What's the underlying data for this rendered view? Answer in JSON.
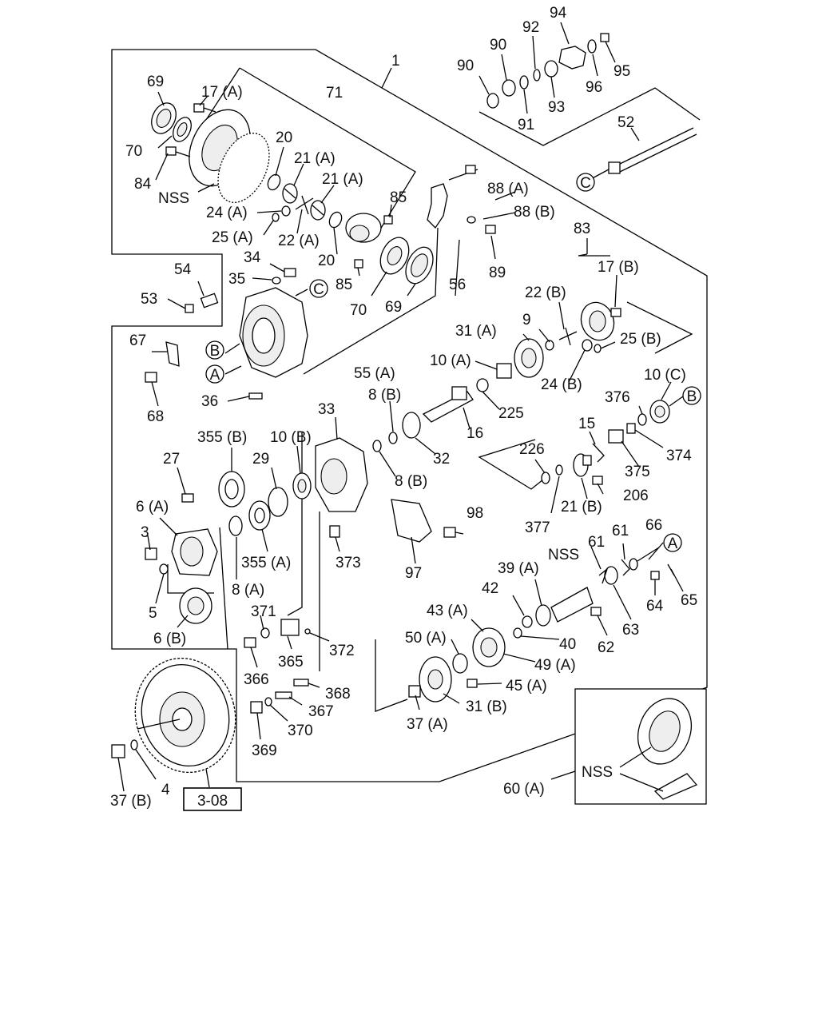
{
  "labels": {
    "l1": "1",
    "l69a": "69",
    "l17a": "17 (A)",
    "l71": "71",
    "l70a": "70",
    "l84": "84",
    "l20a": "20",
    "l21a1": "21 (A)",
    "l21a2": "21 (A)",
    "lnss1": "NSS",
    "l24a": "24 (A)",
    "l25a": "25 (A)",
    "l22a": "22 (A)",
    "l85a": "85",
    "l85b": "85",
    "l20b": "20",
    "l70b": "70",
    "l69b": "69",
    "l56": "56",
    "l88a": "88 (A)",
    "l88b": "88 (B)",
    "l89": "89",
    "l54": "54",
    "l53": "53",
    "l34": "34",
    "l35": "35",
    "l67": "67",
    "l68": "68",
    "l36": "36",
    "l55a": "55 (A)",
    "l83": "83",
    "l17b": "17 (B)",
    "l22b": "22 (B)",
    "l9": "9",
    "l31a": "31 (A)",
    "l25b": "25 (B)",
    "l10a": "10 (A)",
    "l24b": "24 (B)",
    "l10c": "10 (C)",
    "l376": "376",
    "l374": "374",
    "l375": "375",
    "l8b1": "8 (B)",
    "l225": "225",
    "l16": "16",
    "l33": "33",
    "l32": "32",
    "l8b2": "8 (B)",
    "l355b": "355 (B)",
    "l10b": "10 (B)",
    "l27": "27",
    "l29": "29",
    "l15": "15",
    "l226": "226",
    "l206": "206",
    "l21b": "21 (B)",
    "l377": "377",
    "l6a": "6 (A)",
    "l3": "3",
    "l5": "5",
    "l6b": "6 (B)",
    "l355a": "355 (A)",
    "l8a": "8 (A)",
    "l373": "373",
    "l97": "97",
    "l98": "98",
    "l61a": "61",
    "l61b": "61",
    "l66": "66",
    "l39a": "39 (A)",
    "lnss2": "NSS",
    "l42": "42",
    "l64": "64",
    "l65": "65",
    "l63": "63",
    "l62": "62",
    "l43a": "43 (A)",
    "l40": "40",
    "l50a": "50 (A)",
    "l49a": "49 (A)",
    "l45a": "45 (A)",
    "l31b": "31 (B)",
    "l37a": "37 (A)",
    "l371": "371",
    "l372": "372",
    "l365": "365",
    "l366": "366",
    "l368": "368",
    "l367": "367",
    "l370": "370",
    "l369": "369",
    "l37b": "37 (B)",
    "l4": "4",
    "lref": "3-08",
    "l60a": "60 (A)",
    "lnss3": "NSS",
    "l90a": "90",
    "l90b": "90",
    "l92": "92",
    "l94": "94",
    "l95": "95",
    "l96": "96",
    "l93": "93",
    "l91": "91",
    "l52": "52"
  },
  "callouts": {
    "cA1": "A",
    "cA2": "A",
    "cB1": "B",
    "cB2": "B",
    "cC1": "C",
    "cC2": "C"
  }
}
